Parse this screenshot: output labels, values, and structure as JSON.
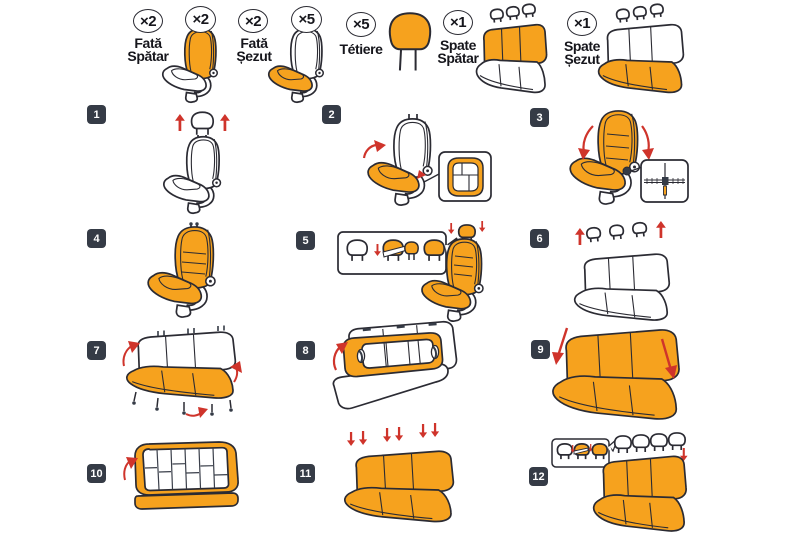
{
  "colors": {
    "background": "#ffffff",
    "cover_orange": "#f6a21e",
    "outline_ink": "#2b2b33",
    "step_badge_bg": "#353b46",
    "step_badge_text": "#ffffff",
    "arrow_red": "#cf342b"
  },
  "legend": {
    "items": [
      {
        "qty": "×2",
        "label_line1": "Fată",
        "label_line2": "Spătar",
        "illustration": "front-seat-with-backrest-cover",
        "seat_badge": "×2"
      },
      {
        "qty": "×2",
        "label_line1": "Fată",
        "label_line2": "Șezut",
        "illustration": "front-seat-with-cushion-cover",
        "seat_badge": "×5"
      },
      {
        "qty": "×5",
        "label_line1": "Tétiere",
        "label_line2": "",
        "illustration": "headrest-cover"
      },
      {
        "qty": "×1",
        "label_line1": "Spate",
        "label_line2": "Spătar",
        "illustration": "rear-bench-with-backrest-cover"
      },
      {
        "qty": "×1",
        "label_line1": "Spate",
        "label_line2": "Șezut",
        "illustration": "rear-bench-with-cushion-cover"
      }
    ]
  },
  "steps": [
    {
      "number": "1",
      "illustration": "remove-front-headrest"
    },
    {
      "number": "2",
      "illustration": "fit-front-cushion-cover-with-strap-detail"
    },
    {
      "number": "3",
      "illustration": "fit-front-backrest-cover-with-strap-detail"
    },
    {
      "number": "4",
      "illustration": "front-seat-fully-covered"
    },
    {
      "number": "5",
      "illustration": "fit-front-headrest-covers"
    },
    {
      "number": "6",
      "illustration": "remove-rear-headrests"
    },
    {
      "number": "7",
      "illustration": "fit-rear-cushion-cover"
    },
    {
      "number": "8",
      "illustration": "fit-rear-backrest-cover-folded"
    },
    {
      "number": "9",
      "illustration": "pull-rear-backrest-cover-down"
    },
    {
      "number": "10",
      "illustration": "fasten-straps-behind-backrest"
    },
    {
      "number": "11",
      "illustration": "rear-bench-fully-covered"
    },
    {
      "number": "12",
      "illustration": "fit-rear-headrest-covers"
    }
  ]
}
